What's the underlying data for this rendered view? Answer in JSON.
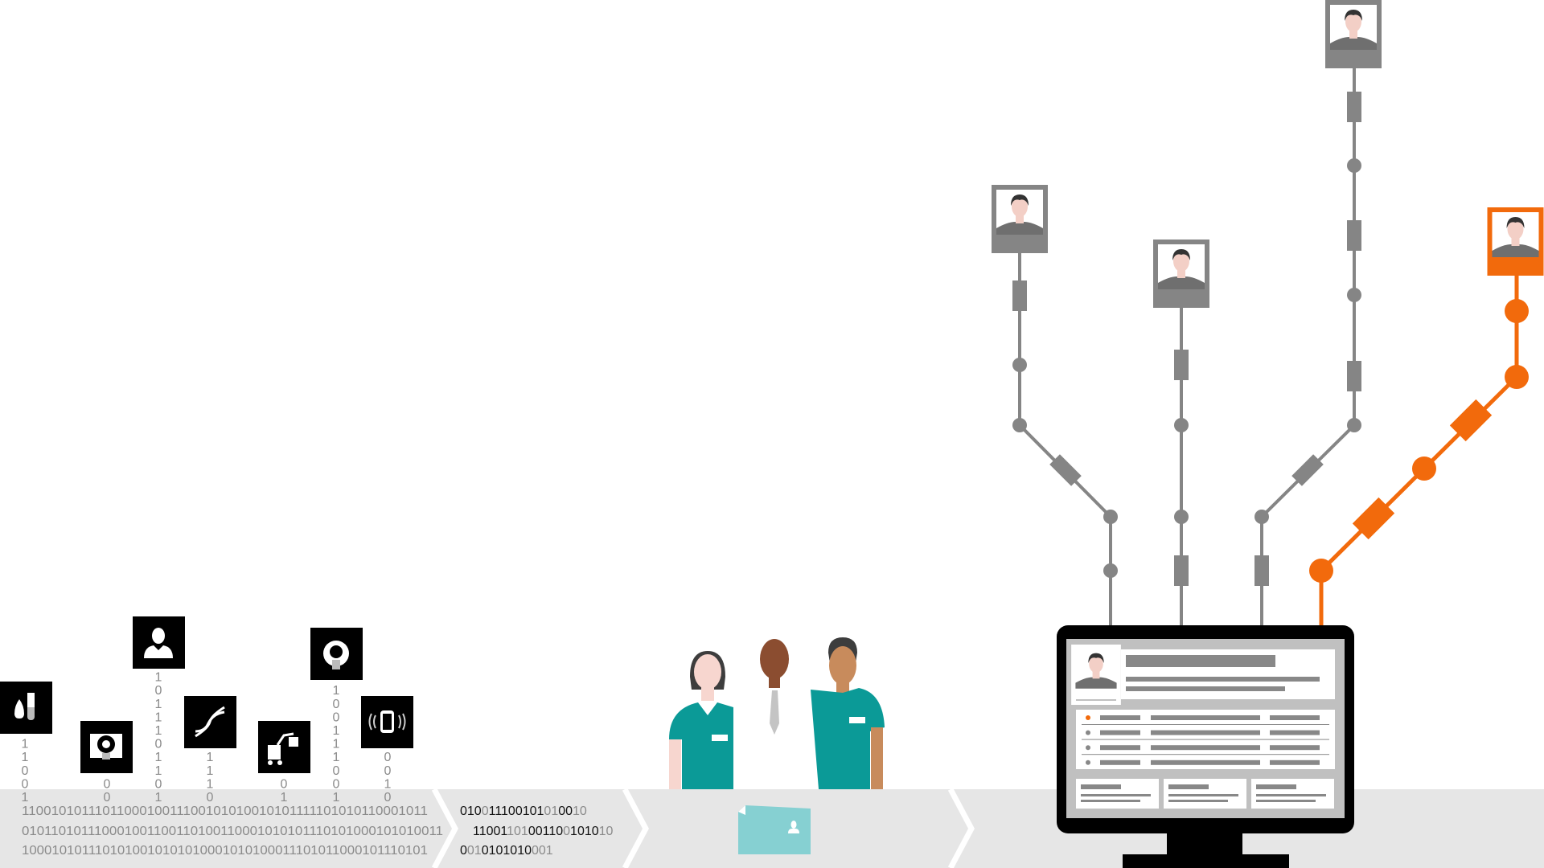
{
  "colors": {
    "band": "#e6e6e6",
    "chevron": "#ffffff",
    "binary_gray": "#8a8a8a",
    "binary_dark": "#111111",
    "connector_gray": "#858585",
    "highlight_orange": "#f26a0c",
    "scrubs_teal": "#0b9a97",
    "folder_teal": "#86d0d2",
    "monitor_black": "#000000",
    "screen_gray": "#c0c0c0"
  },
  "data_icons": [
    {
      "name": "blood-test-tube-icon",
      "digits": "11001"
    },
    {
      "name": "mri-scanner-icon",
      "digits": "00"
    },
    {
      "name": "patient-profile-icon",
      "digits": "1011101101"
    },
    {
      "name": "dna-icon",
      "digits": "1110"
    },
    {
      "name": "medical-cart-icon",
      "digits": "01"
    },
    {
      "name": "ct-scanner-icon",
      "digits": "100111001"
    },
    {
      "name": "smartwatch-icon",
      "digits": "0010"
    }
  ],
  "binary_stream": [
    "11001010111011000100111001010100101011111010101100010 11",
    "0101101011100010011001101001100010101011101010001010100 11",
    "100010101110101001010101000101010001110101100010111010 1"
  ],
  "compressed_stream": [
    [
      {
        "t": "010",
        "b": true
      },
      {
        "t": "0",
        "b": false
      },
      {
        "t": "11100101",
        "b": true
      },
      {
        "t": "01",
        "b": false
      },
      {
        "t": "00",
        "b": true
      },
      {
        "t": "10",
        "b": false
      }
    ],
    [
      {
        "t": "11001",
        "b": true
      },
      {
        "t": "101",
        "b": false
      },
      {
        "t": "00110",
        "b": true
      },
      {
        "t": "0",
        "b": false
      },
      {
        "t": "1010",
        "b": true
      },
      {
        "t": "10",
        "b": false
      }
    ],
    [
      {
        "t": "0",
        "b": true
      },
      {
        "t": "01",
        "b": false
      },
      {
        "t": "0101010",
        "b": true
      },
      {
        "t": "001",
        "b": false
      }
    ]
  ],
  "stages": [
    "data-collection",
    "data-compression",
    "care-team-patient-record",
    "patient-matching-display"
  ],
  "patient_sources": [
    {
      "name": "patient-portrait-1",
      "highlighted": false
    },
    {
      "name": "patient-portrait-2",
      "highlighted": false
    },
    {
      "name": "patient-portrait-3",
      "highlighted": false
    },
    {
      "name": "patient-portrait-4",
      "highlighted": true
    }
  ],
  "care_team": [
    "nurse-female",
    "doctor",
    "nurse-male"
  ]
}
